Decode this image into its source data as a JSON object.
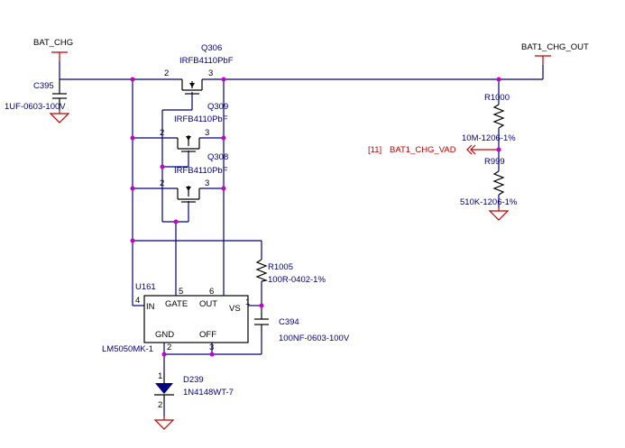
{
  "nets": {
    "bat_chg": "BAT_CHG",
    "bat1_chg_out": "BAT1_CHG_OUT",
    "bat1_chg_vad": "BAT1_CHG_VAD",
    "bat1_chg_vad_page": "[11]"
  },
  "components": {
    "c395": {
      "ref": "C395",
      "value": "1UF-0603-100V"
    },
    "q306": {
      "ref": "Q306",
      "value": "IRFB4110PbF",
      "pin_left": "2",
      "pin_right": "3"
    },
    "q309": {
      "ref": "Q309",
      "value": "IRFB4110PbF",
      "pin_left": "2",
      "pin_right": "3"
    },
    "q308": {
      "ref": "Q308",
      "value": "IRFB4110PbF",
      "pin_left": "2",
      "pin_right": "3"
    },
    "r1000": {
      "ref": "R1000",
      "value": "10M-1206-1%"
    },
    "r999": {
      "ref": "R999",
      "value": "510K-1206-1%"
    },
    "r1005": {
      "ref": "R1005",
      "value": "100R-0402-1%"
    },
    "c394": {
      "ref": "C394",
      "value": "100NF-0603-100V"
    },
    "u161": {
      "ref": "U161",
      "value": "LM5050MK-1",
      "pin_in": "IN",
      "pin_in_num": "4",
      "pin_gate": "GATE",
      "pin_gate_num": "5",
      "pin_out": "OUT",
      "pin_out_num": "6",
      "pin_vs": "VS",
      "pin_vs_num": "1",
      "pin_gnd": "GND",
      "pin_gnd_num": "2",
      "pin_off": "OFF",
      "pin_off_num": "3"
    },
    "d239": {
      "ref": "D239",
      "value": "1N4148WT-7",
      "pin_top": "1",
      "pin_bottom": "2"
    }
  },
  "colors": {
    "wire": "#000080",
    "junction": "#c800c8",
    "net_port": "#c00000",
    "component": "#000000"
  }
}
